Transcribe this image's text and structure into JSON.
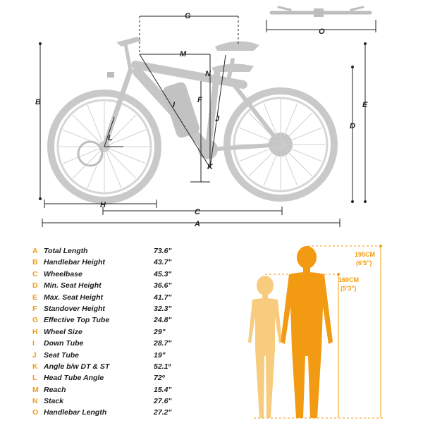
{
  "colors": {
    "accent": "#f39c12",
    "bike_gray": "#c9c9c9",
    "dim_line": "#222222",
    "person_short": "#f7cc7e",
    "person_tall": "#f29a12"
  },
  "diagram_labels": {
    "A": "A",
    "B": "B",
    "C": "C",
    "D": "D",
    "E": "E",
    "F": "F",
    "G": "G",
    "H": "H",
    "I": "I",
    "J": "J",
    "K": "K",
    "L": "L",
    "M": "M",
    "N": "N",
    "O": "O"
  },
  "specs": [
    {
      "letter": "A",
      "label": "Total Length",
      "value": "73.6\""
    },
    {
      "letter": "B",
      "label": "Handlebar Height",
      "value": "43.7\""
    },
    {
      "letter": "C",
      "label": "Wheelbase",
      "value": "45.3\""
    },
    {
      "letter": "D",
      "label": "Min. Seat Height",
      "value": "36.6\""
    },
    {
      "letter": "E",
      "label": "Max. Seat Height",
      "value": "41.7\""
    },
    {
      "letter": "F",
      "label": "Standover Height",
      "value": "32.3\""
    },
    {
      "letter": "G",
      "label": "Effective Top Tube",
      "value": "24.8\""
    },
    {
      "letter": "H",
      "label": "Wheel Size",
      "value": "29\""
    },
    {
      "letter": "I",
      "label": "Down Tube",
      "value": "28.7\""
    },
    {
      "letter": "J",
      "label": "Seat Tube",
      "value": "19\""
    },
    {
      "letter": "K",
      "label": "Angle b/w DT & ST",
      "value": "52.1º"
    },
    {
      "letter": "L",
      "label": "Head Tube Angle",
      "value": "72º"
    },
    {
      "letter": "M",
      "label": "Reach",
      "value": "15.4\""
    },
    {
      "letter": "N",
      "label": "Stack",
      "value": "27.6\""
    },
    {
      "letter": "O",
      "label": "Handlebar Length",
      "value": "27.2\""
    }
  ],
  "height_markers": {
    "tall_cm": "195CM",
    "tall_ft": "(6'5\")",
    "short_cm": "160CM",
    "short_ft": "(5'3\")"
  }
}
